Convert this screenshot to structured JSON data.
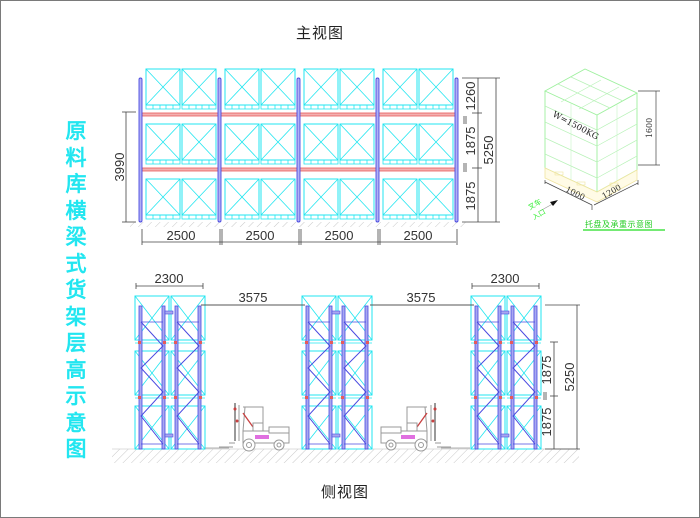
{
  "titles": {
    "front_view": "主视图",
    "side_view": "侧视图",
    "vertical_title": [
      "原",
      "料",
      "库",
      "横",
      "梁",
      "式",
      "货",
      "架",
      "层",
      "高",
      "示",
      "意",
      "图"
    ]
  },
  "front_view": {
    "bay_widths": [
      "2500",
      "2500",
      "2500",
      "2500"
    ],
    "left_height": "3990",
    "level_heights": [
      "1260",
      "1875",
      "1875"
    ],
    "total_height": "5250",
    "bays": 4,
    "levels": 3,
    "pallets_per_bay": 2
  },
  "side_view": {
    "rack_depth": "2300",
    "rack_depth_right": "2300",
    "aisle_widths": [
      "3575",
      "3575"
    ],
    "level_heights": [
      "1875",
      "1875"
    ],
    "total_height": "5250",
    "forklifts": 2
  },
  "pallet_detail": {
    "load_label": "W=1500KG",
    "length": "1000",
    "width": "1200",
    "height": "1600",
    "entry_label": [
      "叉车",
      "入口"
    ],
    "caption": "托盘及承重示意图"
  },
  "colors": {
    "pallet_cyan": "#22e6f0",
    "upright_blue": "#4a4ae0",
    "beam_red": "#e85a5a",
    "dim_gray": "#444444",
    "caption_green": "#22dd22"
  }
}
